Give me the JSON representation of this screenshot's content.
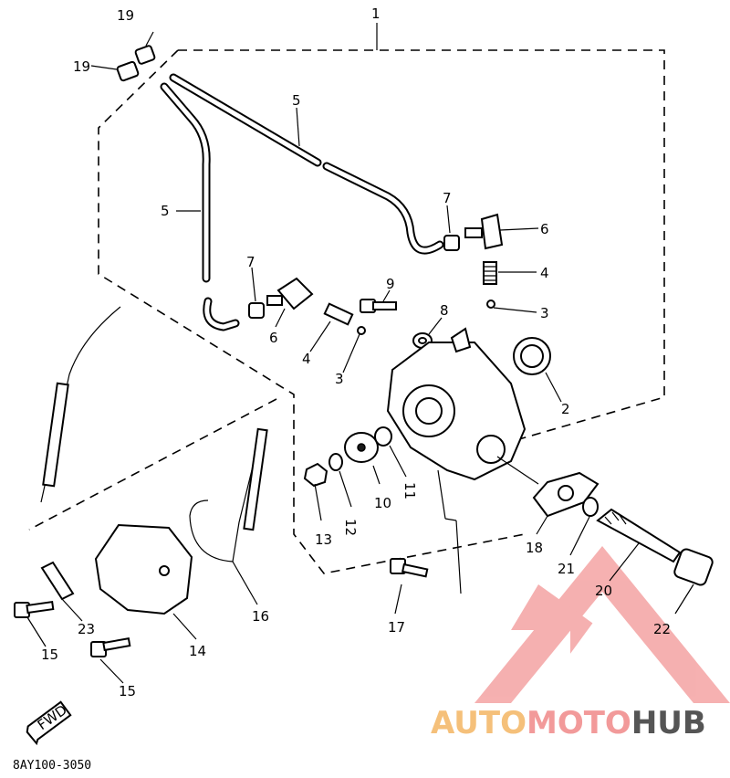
{
  "diagram": {
    "part_code": "8AY100-3050",
    "fwd_label": "FWD",
    "callouts": [
      "1",
      "2",
      "3",
      "3",
      "4",
      "4",
      "5",
      "5",
      "6",
      "6",
      "7",
      "7",
      "8",
      "9",
      "10",
      "11",
      "12",
      "13",
      "14",
      "15",
      "15",
      "16",
      "17",
      "18",
      "19",
      "19",
      "20",
      "21",
      "22",
      "23"
    ]
  },
  "watermark": {
    "part1": "AUTO",
    "part2": "MOTO",
    "part3": "HUB",
    "colors": {
      "auto": "#f5c07a",
      "moto": "#f29a9a",
      "hub": "#555555",
      "logo": "#f4a3a3"
    }
  }
}
